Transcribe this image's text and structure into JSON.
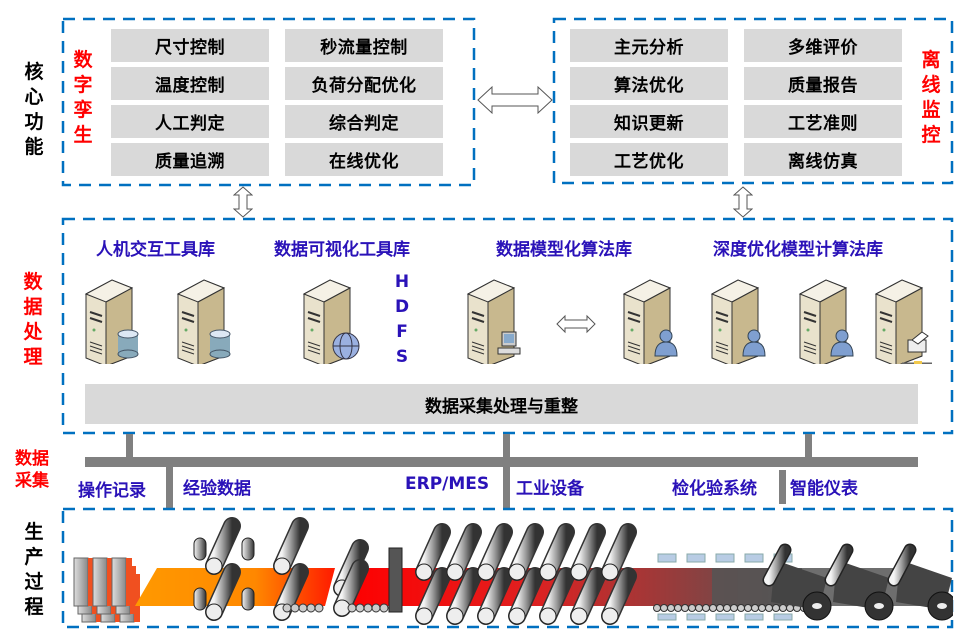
{
  "left_labels": {
    "core": "核心功能",
    "processing": "数据处理",
    "collection": "数据采集",
    "production": "生产过程"
  },
  "digital_twin": {
    "title": "数字孪生",
    "items": [
      "尺寸控制",
      "秒流量控制",
      "温度控制",
      "负荷分配优化",
      "人工判定",
      "综合判定",
      "质量追溯",
      "在线优化"
    ]
  },
  "offline_monitor": {
    "title": "离线监控",
    "items": [
      "主元分析",
      "多维评价",
      "算法优化",
      "质量报告",
      "知识更新",
      "工艺准则",
      "工艺优化",
      "离线仿真"
    ]
  },
  "processing": {
    "libraries": [
      "人机交互工具库",
      "数据可视化工具库",
      "数据模型化算法库",
      "深度优化模型计算法库"
    ],
    "hdfs": [
      "H",
      "D",
      "F",
      "S"
    ],
    "bar_label": "数据采集处理与重整",
    "servers": [
      {
        "badge": "database"
      },
      {
        "badge": "database"
      },
      {
        "badge": "globe"
      },
      {
        "badge": "workstation"
      },
      {
        "badge": "user"
      },
      {
        "badge": "user"
      },
      {
        "badge": "user"
      },
      {
        "badge": "printer"
      }
    ]
  },
  "collection": {
    "sources": [
      "操作记录",
      "经验数据",
      "ERP/MES",
      "工业设备",
      "检化验系统",
      "智能仪表"
    ]
  },
  "colors": {
    "dash_blue": "#0070c0",
    "red_label": "#ff0000",
    "blue_text": "#2a12b8",
    "cell_gray": "#d9d9d9",
    "bus_gray": "#808080"
  }
}
